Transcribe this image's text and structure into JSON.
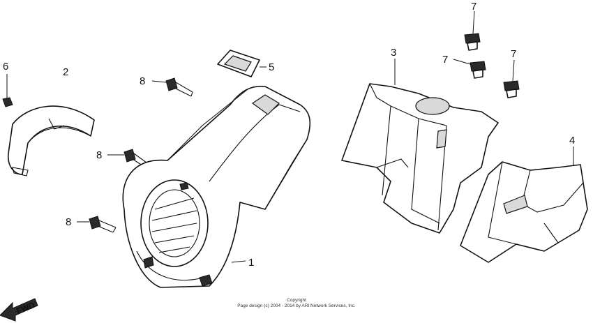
{
  "callouts": {
    "c1": "1",
    "c2": "2",
    "c3": "3",
    "c4": "4",
    "c5": "5",
    "c6": "6",
    "c7a": "7",
    "c7b": "7",
    "c7c": "7",
    "c8a": "8",
    "c8b": "8",
    "c8c": "8"
  },
  "direction_label": "FWD",
  "copyright": {
    "line1": "Copyright",
    "line2": "Page design (c) 2004 - 2014 by ARI Network Services, Inc."
  },
  "colors": {
    "ink": "#111111",
    "background": "#ffffff",
    "shade": "#d9d9d9"
  }
}
